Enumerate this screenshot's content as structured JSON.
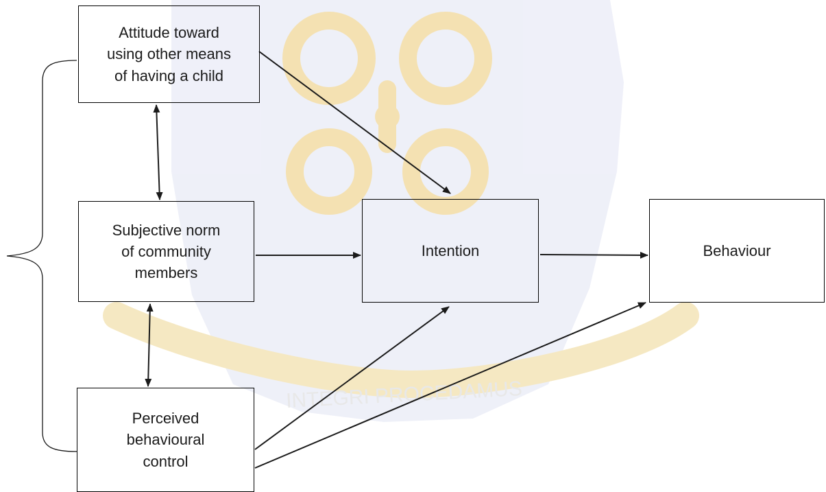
{
  "diagram": {
    "nodes": {
      "attitude": {
        "label": "Attitude toward\nusing other means\nof having a child"
      },
      "subjective_norm": {
        "label": "Subjective norm\nof community\nmembers"
      },
      "intention": {
        "label": "Intention"
      },
      "behaviour": {
        "label": "Behaviour"
      },
      "perceived_control": {
        "label": "Perceived\nbehavioural\ncontrol"
      }
    },
    "edges": [
      {
        "from": "attitude",
        "to": "intention",
        "type": "directed"
      },
      {
        "from": "subjective_norm",
        "to": "intention",
        "type": "directed"
      },
      {
        "from": "perceived_control",
        "to": "intention",
        "type": "directed"
      },
      {
        "from": "perceived_control",
        "to": "behaviour",
        "type": "directed"
      },
      {
        "from": "intention",
        "to": "behaviour",
        "type": "directed"
      },
      {
        "from": "attitude",
        "to": "subjective_norm",
        "type": "bidirectional"
      },
      {
        "from": "subjective_norm",
        "to": "perceived_control",
        "type": "bidirectional"
      }
    ],
    "grouping": {
      "type": "curly-brace",
      "groups": [
        "attitude",
        "subjective_norm",
        "perceived_control"
      ]
    },
    "watermark": {
      "motto": "INTEGRI PROCEDAMUS",
      "color": "#d9a830"
    }
  }
}
